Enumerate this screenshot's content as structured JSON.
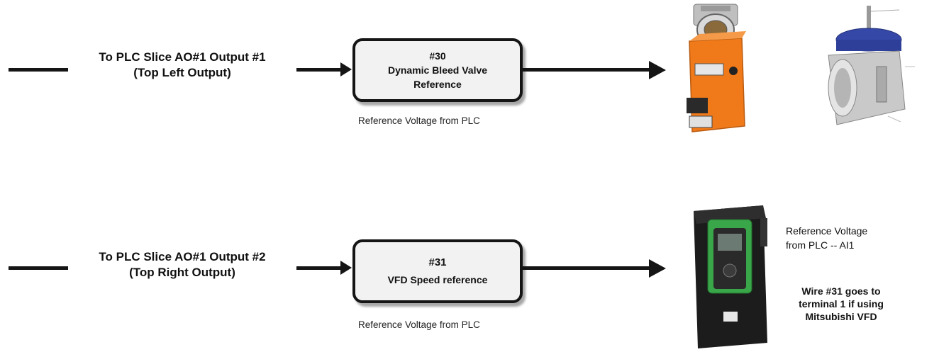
{
  "row1": {
    "output_label_line1": "To PLC Slice AO#1 Output #1",
    "output_label_line2": "(Top Left Output)",
    "box_number": "#30",
    "box_line1": "Dynamic Bleed Valve",
    "box_line2": "Reference",
    "caption": "Reference Voltage from PLC"
  },
  "row2": {
    "output_label_line1": "To PLC Slice AO#1 Output #2",
    "output_label_line2": "(Top Right Output)",
    "box_number": "#31",
    "box_line1": "VFD  Speed reference",
    "caption": "Reference Voltage from PLC",
    "note_line1": "Reference Voltage",
    "note_line2": "from PLC -- AI1",
    "wire_note_line1": "Wire #31 goes to",
    "wire_note_line2": "terminal 1 if using",
    "wire_note_line3": "Mitsubishi VFD"
  },
  "colors": {
    "actuator_orange": "#f07a1a",
    "vfd_green": "#3aa64a",
    "vfd_body": "#1c1c1c",
    "line": "#151515"
  },
  "icons": [
    "valve-actuator-icon",
    "ball-valve-icon",
    "vfd-drive-icon"
  ]
}
